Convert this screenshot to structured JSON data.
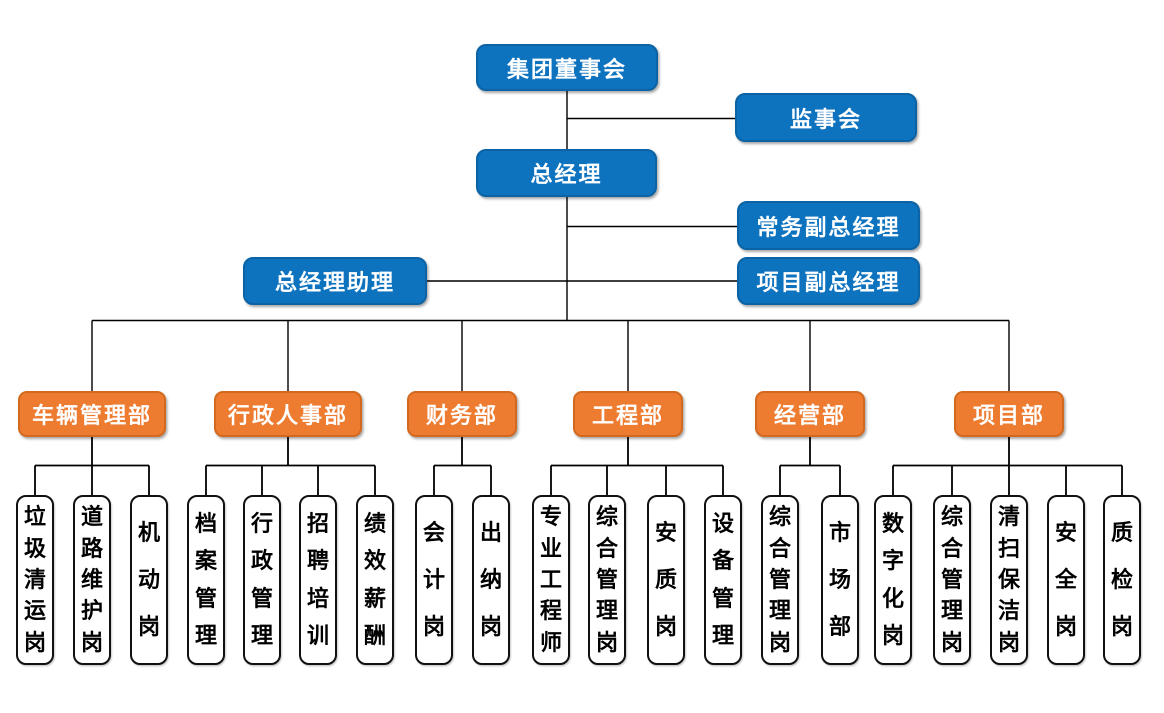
{
  "colors": {
    "executive_fill": "#0e73bf",
    "executive_border": "#0b63a5",
    "department_fill": "#ed7c31",
    "department_border": "#d2691e",
    "position_fill": "#ffffff",
    "position_border": "#111111",
    "connector": "#000000",
    "text_on_fill": "#ffffff",
    "text_on_white": "#000000"
  },
  "executives": {
    "board": "集团董事会",
    "supervisory_board": "监事会",
    "general_manager": "总经理",
    "executive_deputy_gm": "常务副总经理",
    "gm_assistant": "总经理助理",
    "project_deputy_gm": "项目副总经理"
  },
  "departments": [
    {
      "label": "车辆管理部",
      "positions": [
        "垃圾清运岗",
        "道路维护岗",
        "机动岗"
      ]
    },
    {
      "label": "行政人事部",
      "positions": [
        "档案管理",
        "行政管理",
        "招聘培训",
        "绩效薪酬"
      ]
    },
    {
      "label": "财务部",
      "positions": [
        "会计岗",
        "出纳岗"
      ]
    },
    {
      "label": "工程部",
      "positions": [
        "专业工程师",
        "综合管理岗",
        "安质岗",
        "设备管理"
      ]
    },
    {
      "label": "经营部",
      "positions": [
        "综合管理岗",
        "市场部"
      ]
    },
    {
      "label": "项目部",
      "positions": [
        "数字化岗",
        "综合管理岗",
        "清扫保洁岗",
        "安全岗",
        "质检岗"
      ]
    }
  ]
}
